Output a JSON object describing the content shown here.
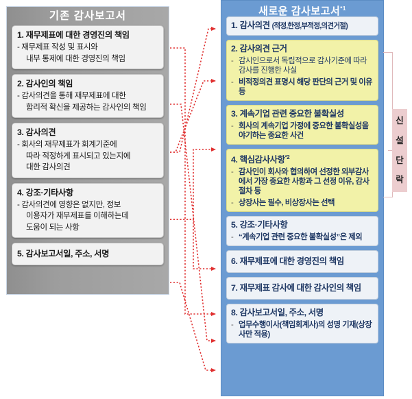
{
  "left": {
    "header": "기존 감사보고서",
    "items": [
      {
        "title": "1. 재무제표에 대한 경영진의 책임",
        "lines": [
          "- 재무제표 작성 및 표시와",
          "내부 통제에 대한 경영진의 책임"
        ]
      },
      {
        "title": "2. 감사인의 책임",
        "lines": [
          "- 감사의견을 통해 재무제표에 대한",
          "합리적 확신을 제공하는 감사인의 책임"
        ]
      },
      {
        "title": "3. 감사의견",
        "lines": [
          "- 회사의 재무제표가 회계기준에",
          "따라 적정하게 표시되고 있는지에",
          "대한 감사의견"
        ]
      },
      {
        "title": "4. 강조·기타사항",
        "lines": [
          "- 감사의견에 영향은 없지만, 정보",
          "이용자가 재무제표를 이해하는데",
          "도움이 되는 사항"
        ]
      },
      {
        "title": "5. 감사보고서일, 주소, 서명",
        "lines": []
      }
    ]
  },
  "right": {
    "header": "새로운 감사보고서",
    "header_sup": "*1",
    "items": [
      {
        "num": "1.",
        "title": "감사의견",
        "paren": "(적정,한정,부적정,의견거절)",
        "highlight": false,
        "bullets": []
      },
      {
        "num": "2.",
        "title": "감사의견 근거",
        "highlight": true,
        "bullets": [
          {
            "text": "감시인으로서 독립적으로 감사기준에 따라 감사를 진행한 사실",
            "bold": false
          },
          {
            "text": "비적정의견 표명시 해당 판단의 근거 및 이유 등",
            "bold": true
          }
        ]
      },
      {
        "num": "3.",
        "title": "계속기업 관련 중요한 불확실성",
        "highlight": true,
        "bullets": [
          {
            "text": "회사의 계속기업 가정에 중요한 불확실성을 야기하는 중요한 사건",
            "bold": true
          }
        ]
      },
      {
        "num": "4.",
        "title": "핵심감사사항",
        "sup": "*2",
        "highlight": true,
        "bullets": [
          {
            "text": "감사인이 회사와 협의하여 선정한 외부감사에서 가장 중요한 사항과 그 선정 이유, 감사절차 등",
            "bold": true
          },
          {
            "text": "상장사는 필수, 비상장사는 선택",
            "bold": true
          }
        ]
      },
      {
        "num": "5.",
        "title": "강조·기타사항",
        "highlight": false,
        "bullets": [
          {
            "text": "“계속기업 관련 중요한 불확실성”은 제외",
            "bold": true
          }
        ]
      },
      {
        "num": "6.",
        "title": "재무제표에 대한 경영진의 책임",
        "highlight": false,
        "bullets": []
      },
      {
        "num": "7.",
        "title": "재무제표 감사에 대한 감사인의 책임",
        "highlight": false,
        "bullets": []
      },
      {
        "num": "8.",
        "title": "감사보고서일, 주소, 서명",
        "highlight": false,
        "bullets": [
          {
            "text": "업무수행이사(책임회계사)의 성명 기재(상장사만 적용)",
            "bold": true
          }
        ]
      }
    ]
  },
  "side_label": {
    "chars": [
      "신",
      "설",
      "단",
      "락"
    ],
    "text": "신설단락"
  },
  "colors": {
    "left_panel": "#9d9d9d",
    "right_panel": "#6b9bd2",
    "highlight": "#f2f2a8",
    "connector": "#e03030",
    "side_label_bg": "#eccdcf",
    "right_text": "#1f3864"
  }
}
